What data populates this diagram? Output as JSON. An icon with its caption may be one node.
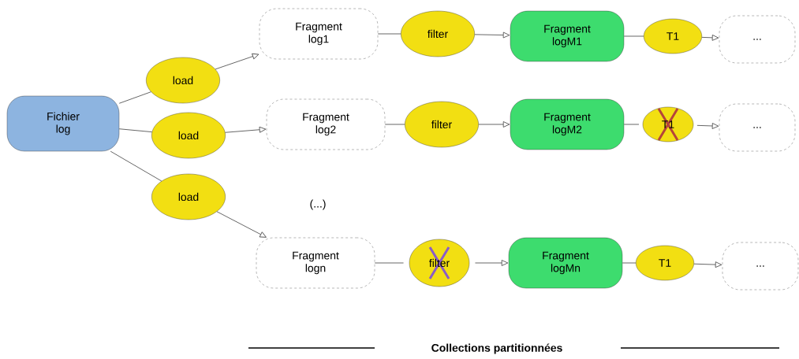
{
  "diagram": {
    "nodes": [
      {
        "text": [
          "Fichier log"
        ]
      },
      {
        "text": [
          "load"
        ]
      },
      {
        "text": [
          "load"
        ]
      },
      {
        "text": [
          "load"
        ]
      },
      {
        "text": [
          "Fragment log1"
        ]
      },
      {
        "text": [
          "filter"
        ]
      },
      {
        "text": [
          "Fragment logM1"
        ]
      },
      {
        "text": [
          "T1"
        ]
      },
      {
        "text": [
          "..."
        ]
      },
      {
        "text": [
          "Fragment log2"
        ]
      },
      {
        "text": [
          "filter"
        ]
      },
      {
        "text": [
          "Fragment logM2"
        ]
      },
      {
        "text": [
          "T1"
        ]
      },
      {
        "text": [
          "..."
        ]
      },
      {
        "text": [
          "Fragment logn"
        ]
      },
      {
        "text": [
          "filter"
        ]
      },
      {
        "text": [
          "Fragment logMn"
        ]
      },
      {
        "text": [
          "T1"
        ]
      },
      {
        "text": [
          "..."
        ]
      }
    ],
    "edges": [
      {
        "from": 0,
        "to": 1,
        "arrow": "none"
      },
      {
        "from": 1,
        "to": 4,
        "arrow": "to"
      },
      {
        "from": 0,
        "to": 2,
        "arrow": "none"
      },
      {
        "from": 2,
        "to": 9,
        "arrow": "to"
      },
      {
        "from": 0,
        "to": 3,
        "arrow": "none"
      },
      {
        "from": 3,
        "to": 14,
        "arrow": "to"
      },
      {
        "from": 4,
        "to": 5,
        "arrow": "none"
      },
      {
        "from": 5,
        "to": 6,
        "arrow": "to"
      },
      {
        "from": 6,
        "to": 7,
        "arrow": "none"
      },
      {
        "from": 7,
        "to": 8,
        "arrow": "to"
      },
      {
        "from": 9,
        "to": 10,
        "arrow": "none"
      },
      {
        "from": 10,
        "to": 11,
        "arrow": "to"
      },
      {
        "from": 11,
        "to": 12,
        "arrow": "none"
      },
      {
        "from": 12,
        "to": 13,
        "arrow": "to"
      },
      {
        "from": 14,
        "to": 15,
        "arrow": "none"
      },
      {
        "from": 15,
        "to": 16,
        "arrow": "to"
      },
      {
        "from": 16,
        "to": 17,
        "arrow": "none"
      },
      {
        "from": 17,
        "to": 18,
        "arrow": "to"
      }
    ],
    "labels": [
      "(...)",
      "Collections partitionnées"
    ]
  }
}
